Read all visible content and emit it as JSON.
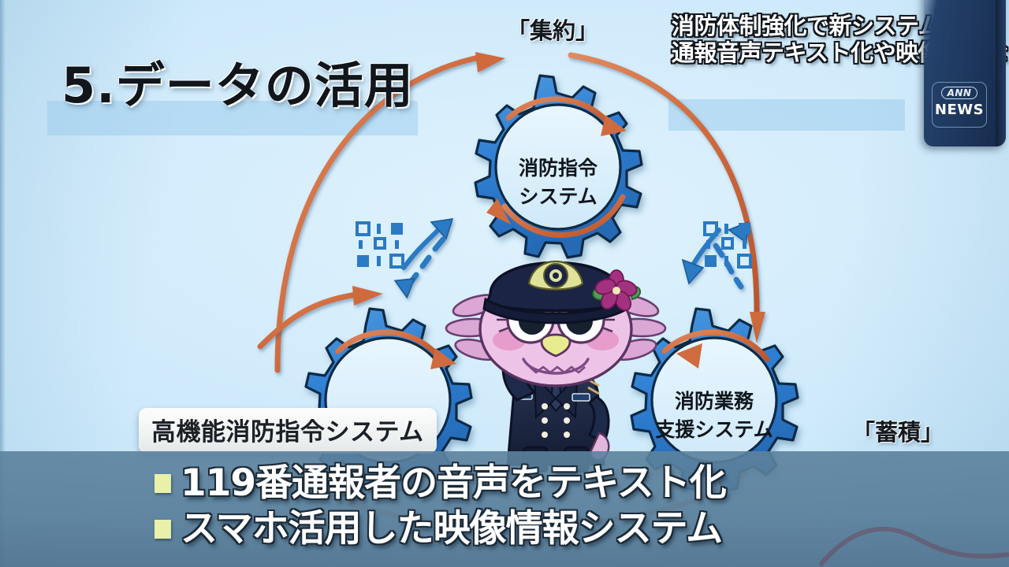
{
  "broadcast": {
    "channel_logo_top": "ANN",
    "channel_logo_bottom": "NEWS",
    "headline_line1": "消防体制強化で新システム",
    "headline_line2": "通報音声テキスト化や映像通報など"
  },
  "slide": {
    "title": "5.データの活用",
    "label_top": "「集約」",
    "label_right": "「蓄積」",
    "label_bottom_left": "「",
    "plate_label": "高機能消防指令システム",
    "gears": [
      {
        "id": "top",
        "line1": "消防指令",
        "line2": "システム"
      },
      {
        "id": "left",
        "line1": "",
        "line2": ""
      },
      {
        "id": "right",
        "line1": "消防業務",
        "line2": "支援システム"
      }
    ],
    "icons": {
      "qr_left": "qr-code-icon",
      "qr_right": "qr-code-icon",
      "mascot": "firefighter-mascot-icon"
    },
    "colors": {
      "background": "#cfeafb",
      "gear_fill": "#2f7fd4",
      "gear_inner": "#d8eefb",
      "arrow_orange": "#d4693f",
      "arrow_blue": "#2b7ac4",
      "telop_bg": "#5c829e",
      "bullet": "#e9f0a7",
      "logo_panel": "#1d355a"
    }
  },
  "telop": {
    "bullets": [
      "119番通報者の音声をテキスト化",
      "スマホ活用した映像情報システム"
    ]
  }
}
